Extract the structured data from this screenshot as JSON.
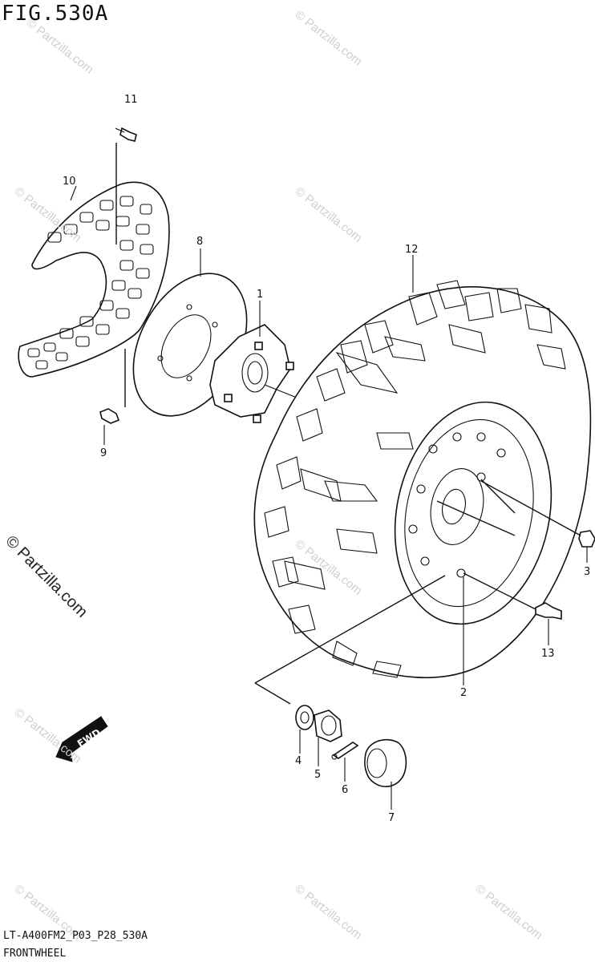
{
  "figure": {
    "title": "FIG.530A",
    "footer_code": "LT-A400FM2_P03_P28_530A",
    "footer_name": "FRONTWHEEL",
    "fwd_label": "FWD",
    "watermark": "© Partzilla.com"
  },
  "callouts": [
    "1",
    "2",
    "3",
    "4",
    "5",
    "6",
    "7",
    "8",
    "9",
    "10",
    "11",
    "12",
    "13"
  ]
}
